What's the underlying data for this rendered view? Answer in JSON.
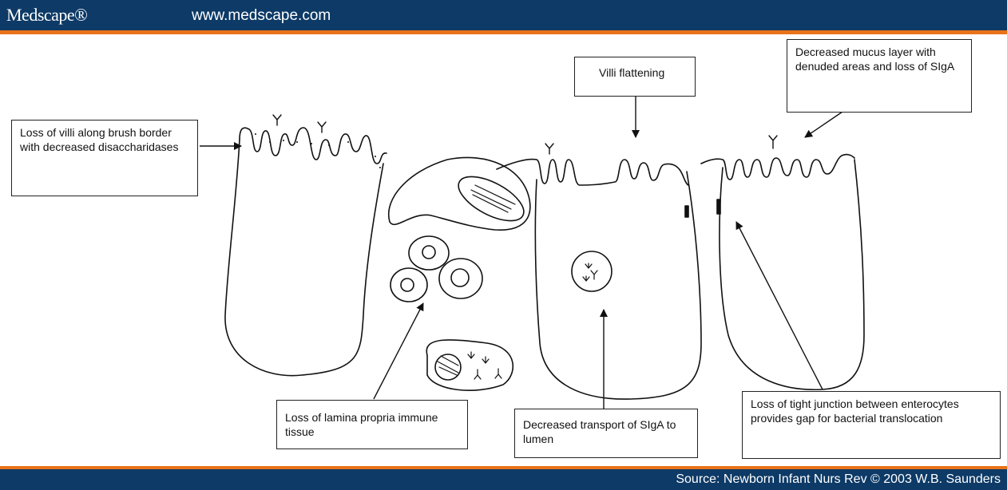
{
  "header": {
    "logo": "Medscape®",
    "url": "www.medscape.com"
  },
  "footer": {
    "source": "Source: Newborn Infant Nurs Rev © 2003 W.B. Saunders"
  },
  "labels": {
    "villi_brush_border": "Loss of villi along brush border with decreased disaccharidases",
    "villi_flattening": "Villi flattening",
    "mucus_layer": "Decreased mucus  layer with denuded areas and loss of SIgA",
    "lamina_propria": "Loss of lamina propria immune tissue",
    "siga_transport": "Decreased  transport of SIgA to lumen",
    "tight_junction": "Loss of  tight junction between enterocytes provides gap for bacterial translocation"
  },
  "colors": {
    "header_bg": "#0d3a66",
    "accent_line": "#e8731a",
    "line": "#111111"
  }
}
